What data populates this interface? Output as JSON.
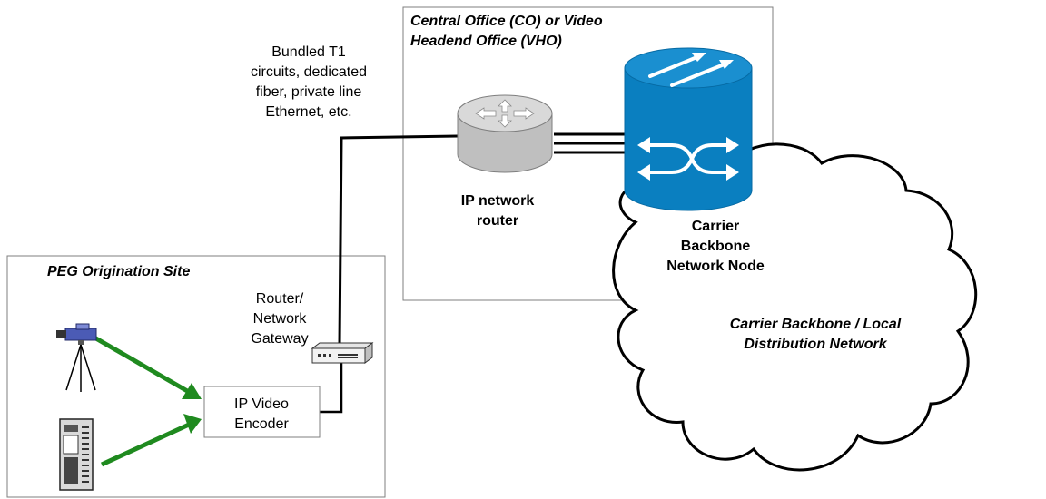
{
  "labels": {
    "co_title_line1": "Central Office (CO) or Video",
    "co_title_line2": "Headend Office (VHO)",
    "link_line1": "Bundled T1",
    "link_line2": "circuits, dedicated",
    "link_line3": "fiber, private line",
    "link_line4": "Ethernet, etc.",
    "router_line1": "IP network",
    "router_line2": "router",
    "node_line1": "Carrier",
    "node_line2": "Backbone",
    "node_line3": "Network Node",
    "peg_title": "PEG Origination Site",
    "gateway_line1": "Router/",
    "gateway_line2": "Network",
    "gateway_line3": "Gateway",
    "encoder_line1": "IP Video",
    "encoder_line2": "Encoder",
    "cloud_line1": "Carrier Backbone / Local",
    "cloud_line2": "Distribution Network"
  },
  "colors": {
    "router_body": "#bfbfbf",
    "router_top": "#d9d9d9",
    "node_body": "#0a7fc0",
    "node_top": "#1a8fd0",
    "arrow_green": "#1f8a1f",
    "box_stroke": "#7f7f7f",
    "cable": "#000000"
  },
  "icons": [
    "camera-tripod-icon",
    "video-server-icon",
    "router-icon",
    "atm-switch-icon",
    "gateway-device-icon",
    "cloud-icon"
  ]
}
